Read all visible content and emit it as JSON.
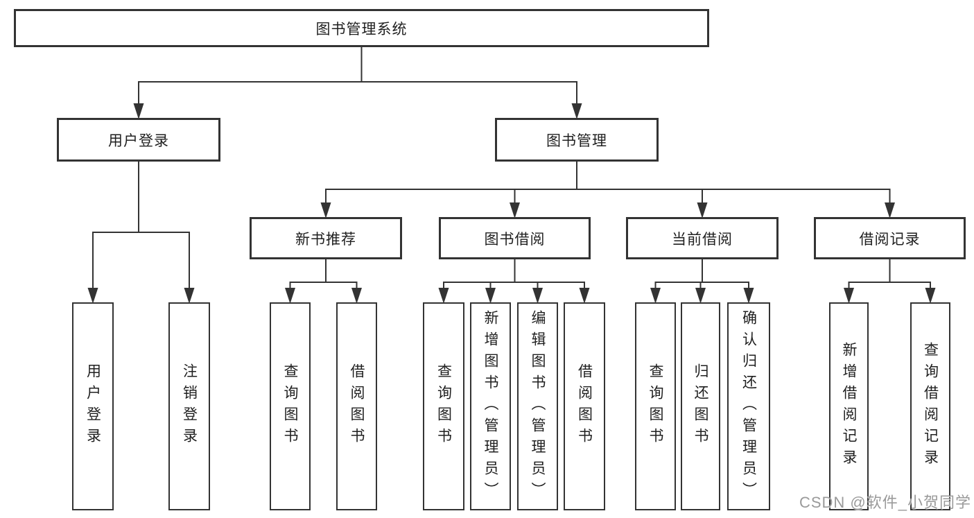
{
  "diagram": {
    "title": "图书管理系统",
    "watermark": "CSDN @软件_小贺同学",
    "colors": {
      "line": "#333333",
      "box_border": "#333333",
      "box_fill": "#ffffff",
      "text": "#1f1f1f",
      "watermark": "#9a9a9a"
    },
    "nodes": [
      {
        "id": "root",
        "label": "图书管理系统",
        "parent": null
      },
      {
        "id": "user-login",
        "label": "用户登录",
        "parent": "root"
      },
      {
        "id": "book-mgmt",
        "label": "图书管理",
        "parent": "root"
      },
      {
        "id": "login",
        "label": "用户登录",
        "parent": "user-login"
      },
      {
        "id": "logout",
        "label": "注销登录",
        "parent": "user-login"
      },
      {
        "id": "new-book-rec",
        "label": "新书推荐",
        "parent": "book-mgmt"
      },
      {
        "id": "book-borrow",
        "label": "图书借阅",
        "parent": "book-mgmt"
      },
      {
        "id": "current-borrow",
        "label": "当前借阅",
        "parent": "book-mgmt"
      },
      {
        "id": "borrow-records",
        "label": "借阅记录",
        "parent": "book-mgmt"
      },
      {
        "id": "rec-query",
        "label": "查询图书",
        "parent": "new-book-rec"
      },
      {
        "id": "rec-borrow",
        "label": "借阅图书",
        "parent": "new-book-rec"
      },
      {
        "id": "bb-query",
        "label": "查询图书",
        "parent": "book-borrow"
      },
      {
        "id": "bb-add",
        "label": "新增图书（管理员）",
        "parent": "book-borrow"
      },
      {
        "id": "bb-edit",
        "label": "编辑图书（管理员）",
        "parent": "book-borrow"
      },
      {
        "id": "bb-borrow",
        "label": "借阅图书",
        "parent": "book-borrow"
      },
      {
        "id": "cb-query",
        "label": "查询图书",
        "parent": "current-borrow"
      },
      {
        "id": "cb-return",
        "label": "归还图书",
        "parent": "current-borrow"
      },
      {
        "id": "cb-confirm",
        "label": "确认归还（管理员）",
        "parent": "current-borrow"
      },
      {
        "id": "br-add",
        "label": "新增借阅记录",
        "parent": "borrow-records"
      },
      {
        "id": "br-query",
        "label": "查询借阅记录",
        "parent": "borrow-records"
      }
    ]
  }
}
